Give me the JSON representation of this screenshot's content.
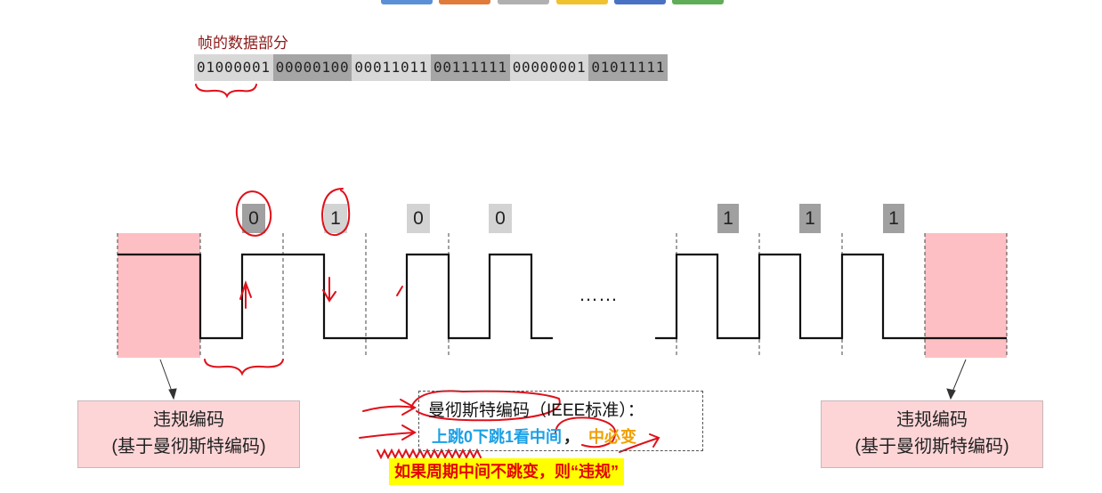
{
  "frame_data_label": "帧的数据部分",
  "bit_groups": [
    {
      "bits": "01000001",
      "shade": "light"
    },
    {
      "bits": "00000100",
      "shade": "dark"
    },
    {
      "bits": "00011011",
      "shade": "light"
    },
    {
      "bits": "00111111",
      "shade": "dark"
    },
    {
      "bits": "00000001",
      "shade": "light"
    },
    {
      "bits": "01011111",
      "shade": "dark"
    }
  ],
  "bit_labels": [
    "0",
    "1",
    "0",
    "0",
    "1",
    "1",
    "1"
  ],
  "ellipsis": "……",
  "violation_box": {
    "line1": "违规编码",
    "line2": "(基于曼彻斯特编码)"
  },
  "manchester": {
    "title": "曼彻斯特编码（IEEE标准）：",
    "rule_up": "上跳0下跳1看",
    "rule_middle": "中间",
    "rule_sep": "，",
    "rule_change": "中必变"
  },
  "rule_note": "如果周期中间不跳变，则“违规”",
  "colors": {
    "caption": "#8c1a1a",
    "annotation": "#e0101a",
    "info_blue": "#1aa0e6",
    "info_orange": "#f0a000",
    "highlight": "#ffff00",
    "pink": "#fdd5d7"
  }
}
